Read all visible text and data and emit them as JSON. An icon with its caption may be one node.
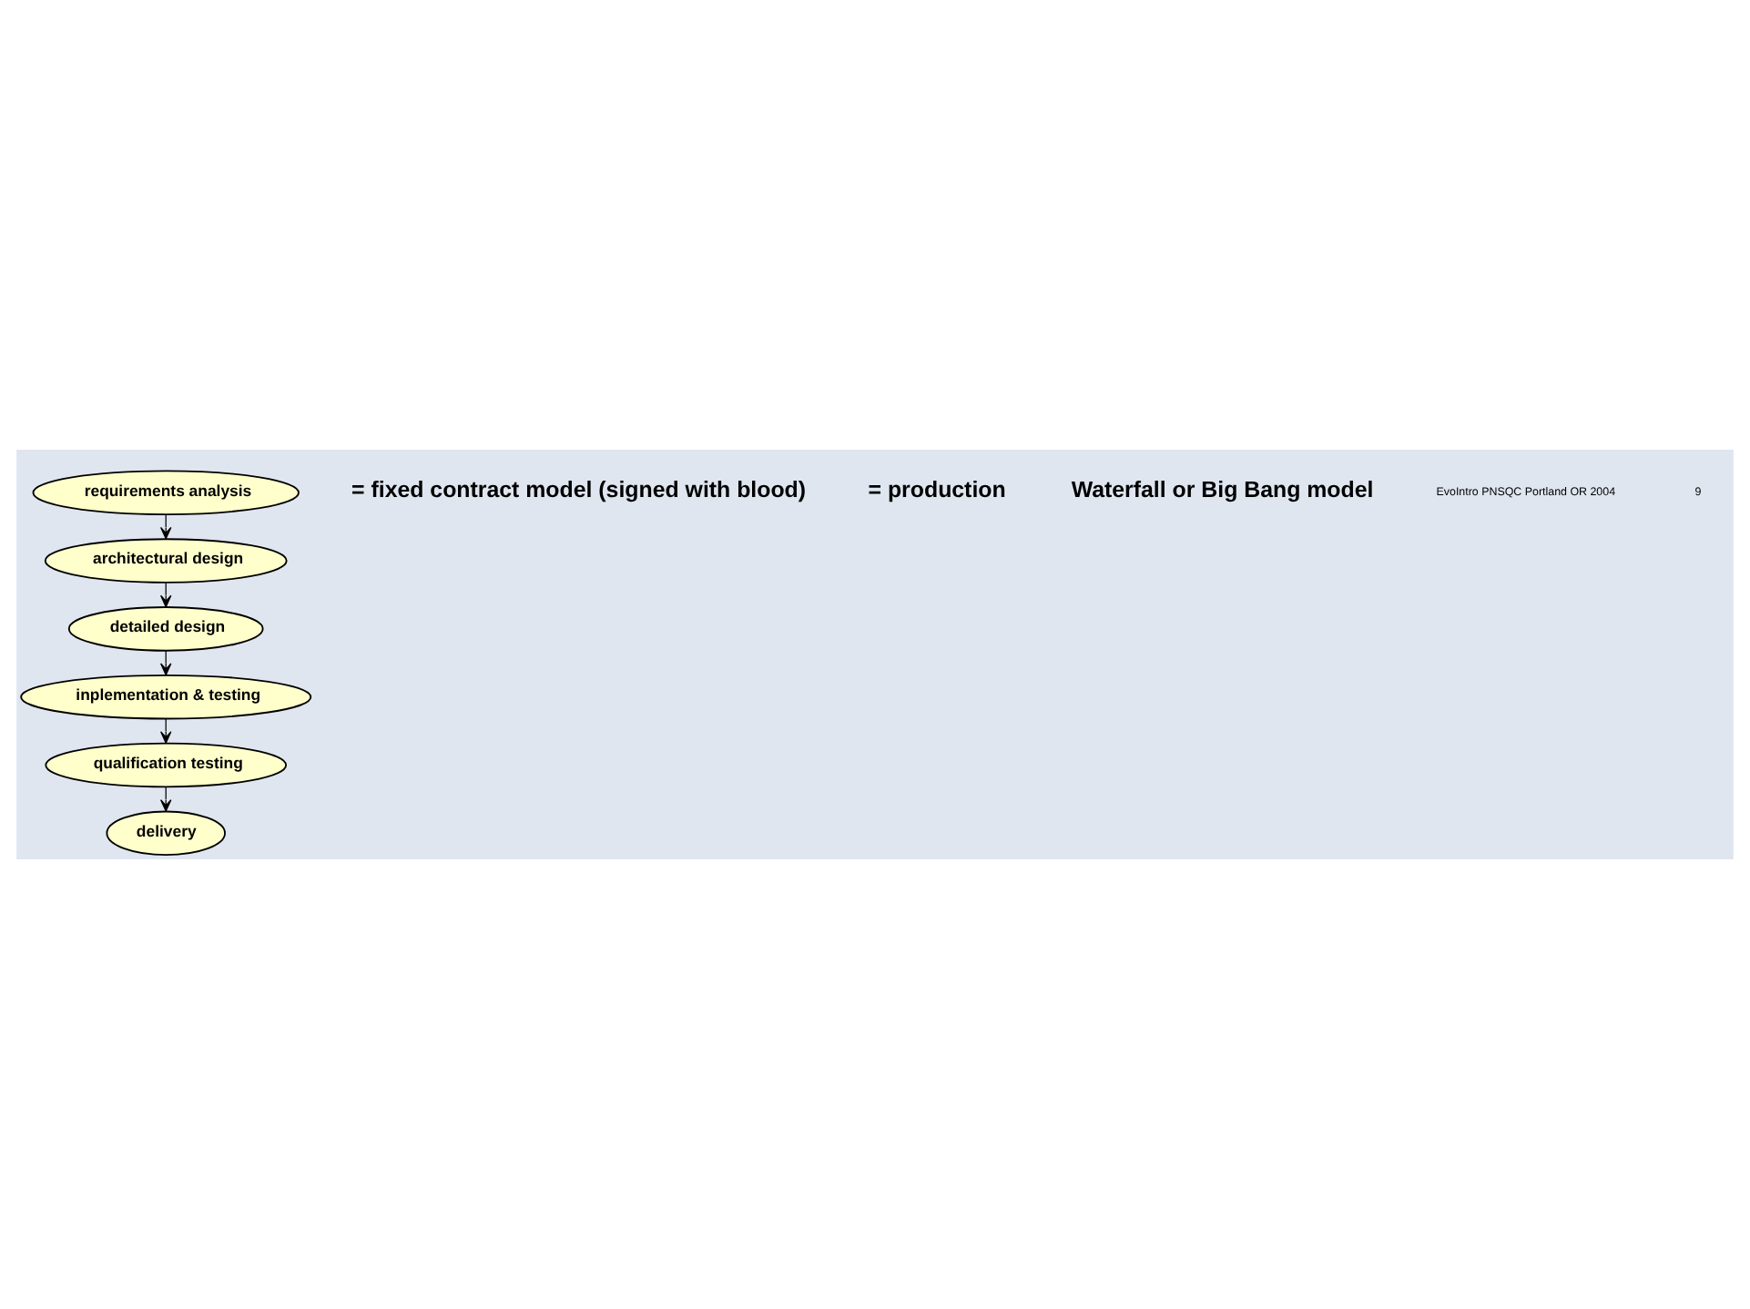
{
  "diagram": {
    "nodes": [
      {
        "text": [
          "requirements analysis"
        ]
      },
      {
        "text": [
          "architectural design"
        ]
      },
      {
        "text": [
          "detailed design"
        ]
      },
      {
        "text": [
          "inplementation & testing"
        ]
      },
      {
        "text": [
          "qualification testing"
        ]
      },
      {
        "text": [
          "delivery"
        ]
      }
    ],
    "edges": [
      {
        "from": 0,
        "to": 1,
        "arrow": "to"
      },
      {
        "from": 1,
        "to": 2,
        "arrow": "to"
      },
      {
        "from": 2,
        "to": 3,
        "arrow": "to"
      },
      {
        "from": 3,
        "to": 4,
        "arrow": "to"
      },
      {
        "from": 4,
        "to": 5,
        "arrow": "to"
      }
    ],
    "labels": [
      "Waterfall or Big Bang model",
      "= production",
      "= fixed contract model (signed with blood)",
      "EvoIntro PNSQC Portland OR 2004",
      "9"
    ]
  }
}
